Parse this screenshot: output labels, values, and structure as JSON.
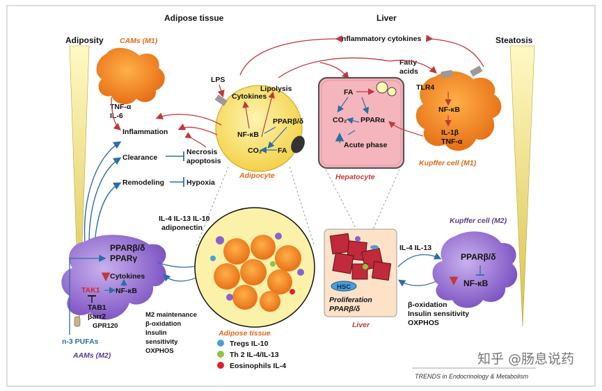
{
  "headers": {
    "adipose": "Adipose tissue",
    "liver": "Liver",
    "adiposity": "Adiposity",
    "steatosis": "Steatosis"
  },
  "cams": {
    "title": "CAMs (M1)",
    "l1": "TNF-α",
    "l2": "IL-6"
  },
  "cytokines_top": "Inflammatory cytokines",
  "fatty_acids": {
    "l1": "Fatty",
    "l2": "acids"
  },
  "lps": "LPS",
  "left_chain": {
    "inflammation": "Inflammation",
    "clearance": "Clearance",
    "necrosis": "Necrosis",
    "apoptosis": "apoptosis",
    "remodeling": "Remodeling",
    "hypoxia": "Hypoxia"
  },
  "adipocyte": {
    "cytokines": "Cytokines",
    "lipolysis": "Lipolysis",
    "ppar": "PPARβ/δ",
    "nfkb": "NF-κB",
    "co2": "CO₂",
    "fa": "FA",
    "name": "Adipocyte"
  },
  "hepatocyte": {
    "fa": "FA",
    "co2": "CO₂",
    "ppar": "PPARα",
    "acute": "Acute phase",
    "name": "Hepatocyte"
  },
  "kupffer_m1": {
    "tlr4": "TLR4",
    "nfkb": "NF-κB",
    "il1": "IL-1β",
    "tnf": "TNF-α",
    "name": "Kupffer cell (M1)"
  },
  "aam": {
    "ppar1": "PPARβ/δ",
    "ppar2": "PPARγ",
    "cytokines": "Cytokines",
    "tak1": "TAK1",
    "nfkb": "NF-κB",
    "tab1": "TAB1",
    "barr2": "βarr2",
    "gpr120": "GPR120",
    "pufa": "n-3 PUFAs",
    "name": "AAMs (M2)"
  },
  "secreted": {
    "l1": "IL-4  IL-13  IL-10",
    "l2": "adiponectin"
  },
  "m2_list": {
    "l1": "M2 maintenance",
    "l2": "β-oxidation",
    "l3": "Insulin",
    "l4": "sensitivity",
    "l5": "OXPHOS"
  },
  "adipose_tissue": {
    "name": "Adipose tissue",
    "legend": [
      {
        "label": "Tregs IL-10",
        "color": "#4a9fd8"
      },
      {
        "label": "Th 2  IL-4/IL-13",
        "color": "#8cc63f"
      },
      {
        "label": "Eosinophils IL-4",
        "color": "#d8232a"
      }
    ]
  },
  "liver_box": {
    "hsc": "HSC",
    "prolif": "Proliferation",
    "ppar": "PPARβ/δ",
    "name": "Liver"
  },
  "liver_il": "IL-4  IL-13",
  "kupffer_m2": {
    "name": "Kupffer cell (M2)",
    "ppar": "PPARβ/δ",
    "nfkb": "NF-κB",
    "l1": "β-oxidation",
    "l2": "Insulin sensitivity",
    "l3": "OXPHOS"
  },
  "footer": {
    "credit": "TRENDS in Endocrinology & Metabolism",
    "watermark": "知乎 @肠息说药"
  },
  "colors": {
    "orange": "#f08a24",
    "purple": "#8a63c9",
    "yellow": "#fbe36b",
    "pink": "#f5b5bd",
    "arrow_red": "#c0393b",
    "arrow_blue": "#2a6ea8"
  }
}
